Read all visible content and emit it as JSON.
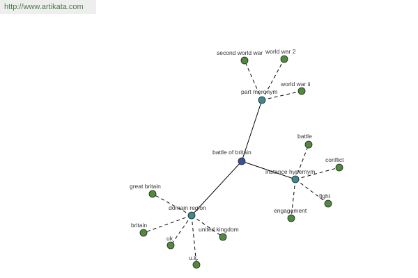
{
  "header": {
    "site_url": "http://www.artikata.com"
  },
  "colors": {
    "root": "#3a4f9a",
    "hub": "#3e8a8e",
    "leaf": "#4f8a3d"
  },
  "graph": {
    "root": {
      "id": "battle-of-britain",
      "label": "battle of britain"
    },
    "hubs": [
      {
        "id": "part-meronym",
        "label": "part meronym",
        "leaves": [
          {
            "id": "second-world-war",
            "label": "second world war"
          },
          {
            "id": "world-war-2",
            "label": "world war 2"
          },
          {
            "id": "world-war-ii",
            "label": "world war ii"
          }
        ]
      },
      {
        "id": "instance-hypernym",
        "label": "instance hypernym",
        "leaves": [
          {
            "id": "battle",
            "label": "battle"
          },
          {
            "id": "conflict",
            "label": "conflict"
          },
          {
            "id": "fight",
            "label": "fight"
          },
          {
            "id": "engagement",
            "label": "engagement"
          }
        ]
      },
      {
        "id": "domain-region",
        "label": "domain region",
        "leaves": [
          {
            "id": "great-britain",
            "label": "great britain"
          },
          {
            "id": "britain",
            "label": "britain"
          },
          {
            "id": "uk",
            "label": "uk"
          },
          {
            "id": "u-k",
            "label": "u.k."
          },
          {
            "id": "united-kingdom",
            "label": "united kingdom"
          }
        ]
      }
    ]
  }
}
